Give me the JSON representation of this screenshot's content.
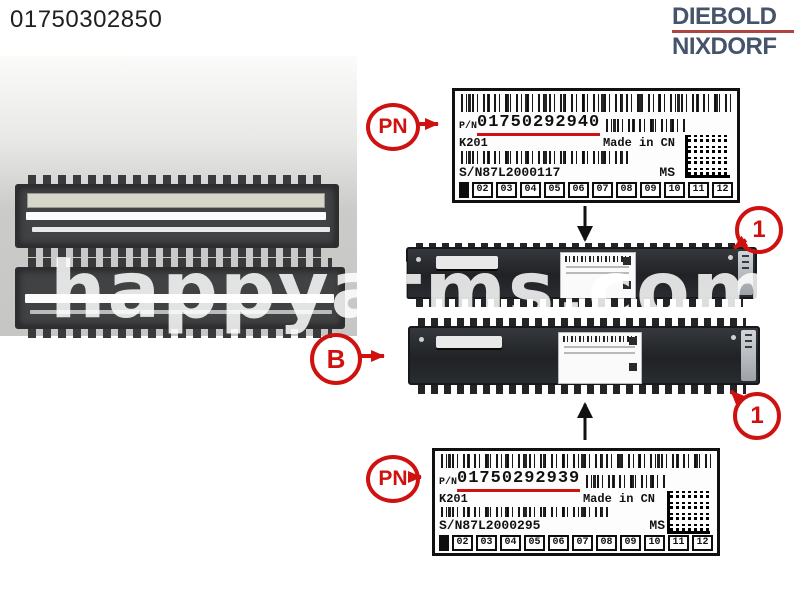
{
  "page": {
    "part_number": "01750302850"
  },
  "brand": {
    "line1": "DIEBOLD",
    "line2": "NIXDORF"
  },
  "watermark": {
    "text": "happyatms.com"
  },
  "callouts": {
    "pn": "PN",
    "b": "B",
    "one": "1"
  },
  "labels": {
    "top": {
      "pn_prefix": "P/N",
      "pn": "01750292940",
      "model": "K201",
      "made_in": "Made in CN",
      "sn": "S/N87L2000117",
      "ms": "MS",
      "slots": [
        "02",
        "03",
        "04",
        "05",
        "06",
        "07",
        "08",
        "09",
        "10",
        "11",
        "12"
      ]
    },
    "bottom": {
      "pn_prefix": "P/N",
      "pn": "01750292939",
      "model": "K201",
      "made_in": "Made in CN",
      "sn": "S/N87L2000295",
      "ms": "MS",
      "slots": [
        "02",
        "03",
        "04",
        "05",
        "06",
        "07",
        "08",
        "09",
        "10",
        "11",
        "12"
      ]
    }
  },
  "colors": {
    "callout_red": "#cf1210",
    "brand_navy": "#45546a",
    "brand_rule_red": "#b04440"
  }
}
